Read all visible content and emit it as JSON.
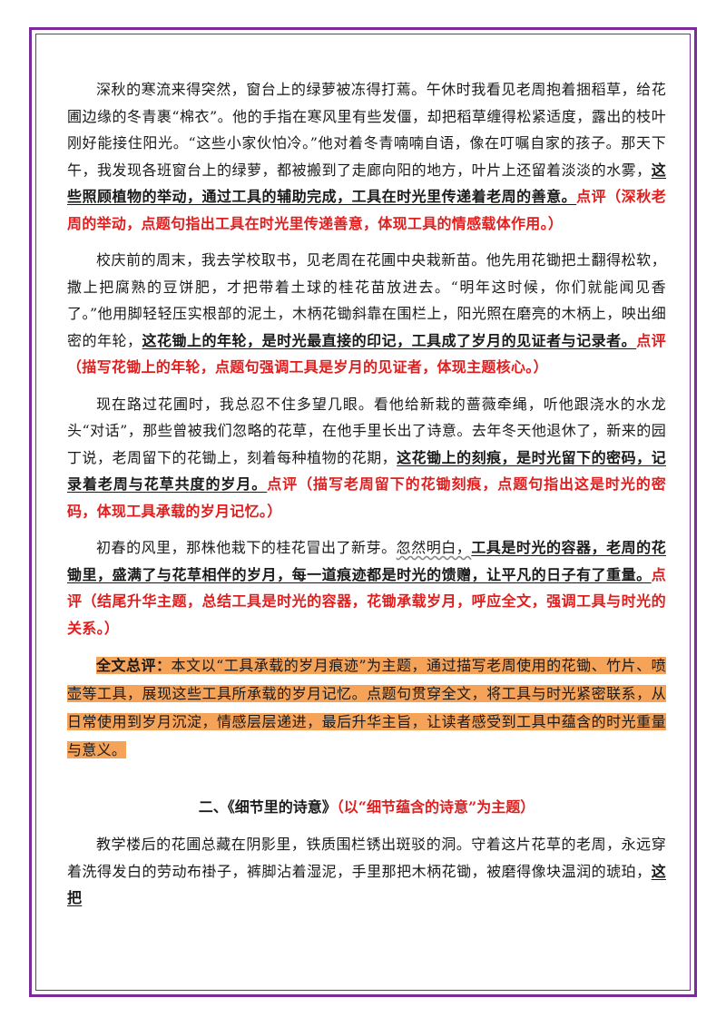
{
  "paragraphs": [
    {
      "text": "深秋的寒流来得突然，窗台上的绿萝被冻得打蔫。午休时我看见老周抱着捆稻草，给花圃边缘的冬青裹“棉衣”。他的手指在寒风里有些发僵，却把稻草缠得松紧适度，露出的枝叶刚好能接住阳光。“这些小家伙怕冷。”他对着冬青喃喃自语，像在叮嘱自家的孩子。那天下午，我发现各班窗台上的绿萝，都被搬到了走廊向阳的地方，叶片上还留着淡淡的水雾，",
      "key": "这些照顾植物的举动，通过工具的辅助完成，工具在时光里传递着老周的善意。",
      "comment": "点评（深秋老周的举动，点题句指出工具在时光里传递善意，体现工具的情感载体作用。）"
    },
    {
      "text": "校庆前的周末，我去学校取书，见老周在花圃中央栽新苗。他先用花锄把土翻得松软，撒上把腐熟的豆饼肥，才把带着土球的桂花苗放进去。“明年这时候，你们就能闻见香了。”他用脚轻轻压实根部的泥土，木柄花锄斜靠在围栏上，阳光照在磨亮的木柄上，映出细密的年轮，",
      "key": "这花锄上的年轮，是时光最直接的印记，工具成了岁月的见证者与记录者。",
      "comment": "点评（描写花锄上的年轮，点题句强调工具是岁月的见证者，体现主题核心。）"
    },
    {
      "text": "现在路过花圃时，我总忍不住多望几眼。看他给新栽的蔷薇牵绳，听他跟浇水的水龙头“对话”，那些曾被我们忽略的花草，在他手里长出了诗意。去年冬天他退休了，新来的园丁说，老周留下的花锄上，刻着每种植物的花期，",
      "key": "这花锄上的刻痕，是时光留下的密码，记录着老周与花草共度的岁月。",
      "comment": "点评（描写老周留下的花锄刻痕，点题句指出这是时光的密码，体现工具承载的岁月记忆。）"
    },
    {
      "text": "初春的风里，那株他栽下的桂花冒出了新芽。",
      "wavy": "忽然明白，",
      "key": "工具是时光的容器，老周的花锄里，盛满了与花草相伴的岁月，每一道痕迹都是时光的馈赠，让平凡的日子有了重量。",
      "comment": "点评（结尾升华主题，总结工具是时光的容器，花锄承载岁月，呼应全文，强调工具与时光的关系。）"
    }
  ],
  "summary": {
    "label": "全文总评：",
    "text": "本文以“工具承载的岁月痕迹”为主题，通过描写老周使用的花锄、竹片、喷壶等工具，展现这些工具所承载的岁月记忆。点题句贯穿全文，将工具与时光紧密联系，从日常使用到岁月沉淀，情感层层递进，最后升华主旨，让读者感受到工具中蕴含的时光重量与意义。"
  },
  "section2": {
    "title": "二、《细节里的诗意》",
    "subtitle": "（以“细节蕴含的诗意”为主题）",
    "text": "教学楼后的花圃总藏在阴影里，铁质围栏锈出斑驳的洞。守着这片花草的老周，永远穿着洗得发白的劳动布褂子，裤脚沾着湿泥，手里那把木柄花锄，被磨得像块温润的琥珀，",
    "key": "这把"
  },
  "colors": {
    "frame": "#7a2c9a",
    "comment_red": "#e01e1e",
    "summary_highlight": "#f6a35a"
  }
}
